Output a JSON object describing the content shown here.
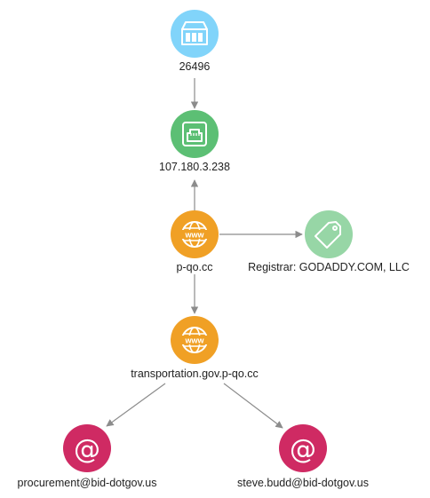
{
  "graph": {
    "edge_color": "#8c8c8c",
    "nodes": [
      {
        "id": "asn",
        "label": "26496",
        "type": "asn",
        "icon": "server-icon",
        "color": "#81d4fa"
      },
      {
        "id": "ip",
        "label": "107.180.3.238",
        "type": "ip-address",
        "icon": "ethernet-port-icon",
        "color": "#5cbf74"
      },
      {
        "id": "domain",
        "label": "p-qo.cc",
        "type": "domain",
        "icon": "globe-www-icon",
        "color": "#f0a025"
      },
      {
        "id": "registrar",
        "label": "Registrar: GODADDY.COM, LLC",
        "type": "registrar",
        "icon": "tag-icon",
        "color": "#97d6a6"
      },
      {
        "id": "subdomain",
        "label": "transportation.gov.p-qo.cc",
        "type": "domain",
        "icon": "globe-www-icon",
        "color": "#f0a025"
      },
      {
        "id": "email1",
        "label": "procurement@bid-dotgov.us",
        "type": "email",
        "icon": "at-sign-icon",
        "color": "#cf2a63"
      },
      {
        "id": "email2",
        "label": "steve.budd@bid-dotgov.us",
        "type": "email",
        "icon": "at-sign-icon",
        "color": "#cf2a63"
      }
    ],
    "edges": [
      {
        "from": "asn",
        "to": "ip"
      },
      {
        "from": "domain",
        "to": "ip"
      },
      {
        "from": "domain",
        "to": "registrar"
      },
      {
        "from": "domain",
        "to": "subdomain"
      },
      {
        "from": "subdomain",
        "to": "email1"
      },
      {
        "from": "subdomain",
        "to": "email2"
      }
    ]
  }
}
